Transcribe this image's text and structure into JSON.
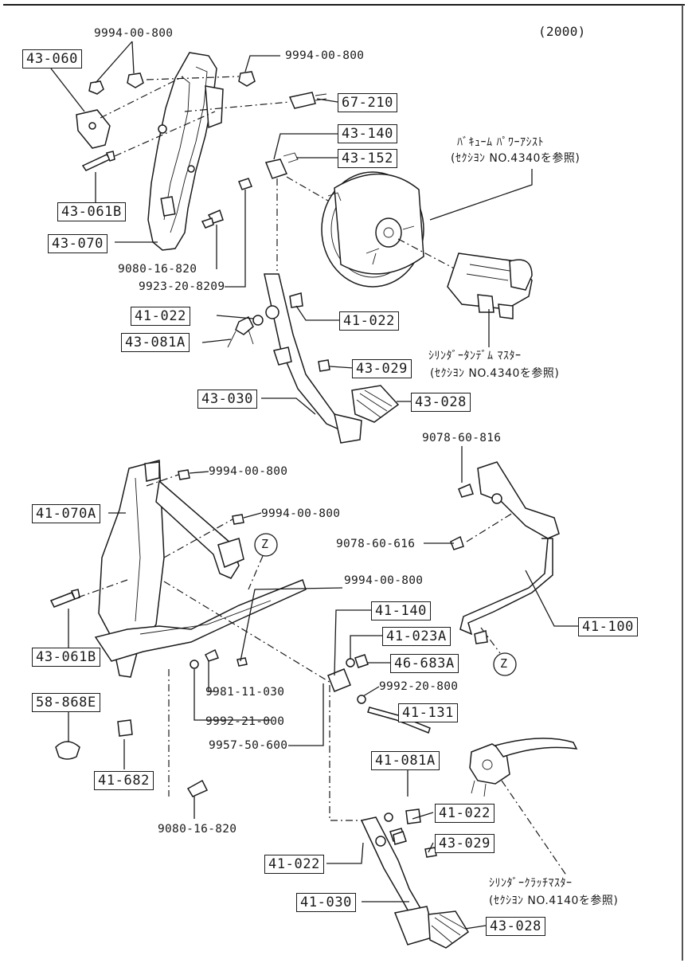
{
  "year_code": "(2000)",
  "boxed_part_numbers": {
    "p43_060": "43-060",
    "p67_210": "67-210",
    "p43_140": "43-140",
    "p43_152": "43-152",
    "p43_061b_top": "43-061B",
    "p43_070": "43-070",
    "p41_022_a": "41-022",
    "p41_022_b": "41-022",
    "p43_081a": "43-081A",
    "p43_029_top": "43-029",
    "p43_030": "43-030",
    "p43_028_top": "43-028",
    "p41_070a": "41-070A",
    "p41_100": "41-100",
    "p41_140": "41-140",
    "p41_023a": "41-023A",
    "p46_683a": "46-683A",
    "p41_131": "41-131",
    "p43_061b_bottom": "43-061B",
    "p58_868e": "58-868E",
    "p41_682": "41-682",
    "p41_081a": "41-081A",
    "p41_022_c": "41-022",
    "p43_029_bottom": "43-029",
    "p41_022_d": "41-022",
    "p41_030": "41-030",
    "p43_028_bottom": "43-028"
  },
  "plain_part_numbers": {
    "n9994_00_800_a": "9994-00-800",
    "n9994_00_800_b": "9994-00-800",
    "n9080_16_820_top": "9080-16-820",
    "n9923_20_8209": "9923-20-8209",
    "n9078_60_816": "9078-60-816",
    "n9994_00_800_c": "9994-00-800",
    "n9994_00_800_d": "9994-00-800",
    "n9078_60_616": "9078-60-616",
    "n9994_00_800_e": "9994-00-800",
    "n9992_20_800": "9992-20-800",
    "n9981_11_030": "9981-11-030",
    "n9992_21_000": "9992-21-000",
    "n9957_50_600": "9957-50-600",
    "n9080_16_820_bottom": "9080-16-820"
  },
  "callouts": {
    "z_top": "Z",
    "z_bottom": "Z"
  },
  "notes": {
    "vacuum_line1": "ﾊﾞｷｭｰﾑ ﾊﾟﾜｰｱｼｽﾄ",
    "vacuum_line2": "(ｾｸｼﾖﾝ NO.4340を参照)",
    "tandem_line1": "ｼﾘﾝﾀﾞｰﾀﾝﾃﾞﾑ ﾏｽﾀｰ",
    "tandem_line2": "(ｾｸｼﾖﾝ NO.4340を参照)",
    "clutch_line1": "ｼﾘﾝﾀﾞｰｸﾗｯﾁﾏｽﾀｰ",
    "clutch_line2": "(ｾｸｼﾖﾝ NO.4140を参照)"
  }
}
